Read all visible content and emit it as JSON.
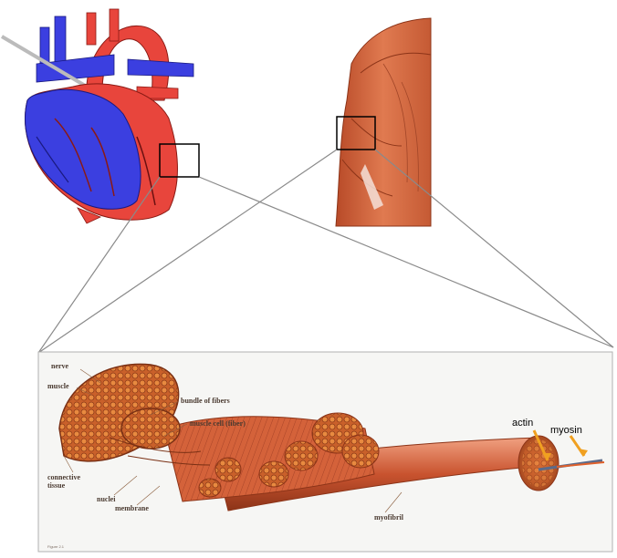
{
  "diagram": {
    "panel_labels": {
      "nerve": "nerve",
      "muscle": "muscle",
      "bundle_of_fibers": "bundle of fibers",
      "muscle_cell": "muscle cell (fiber)",
      "connective_tissue_line1": "connective",
      "connective_tissue_line2": "tissue",
      "nuclei": "nuclei",
      "membrane": "membrane",
      "myofibril": "myofibril",
      "actin": "actin",
      "myosin": "myosin"
    },
    "footer_caption": "Figure 2.1",
    "colors": {
      "heart_red": "#e8453c",
      "heart_blue": "#3b3fe0",
      "muscle": "#d4623a",
      "fiber": "#c9532f",
      "connector_line": "#8a8a8a",
      "actin_arrow": "#f0a020"
    }
  }
}
